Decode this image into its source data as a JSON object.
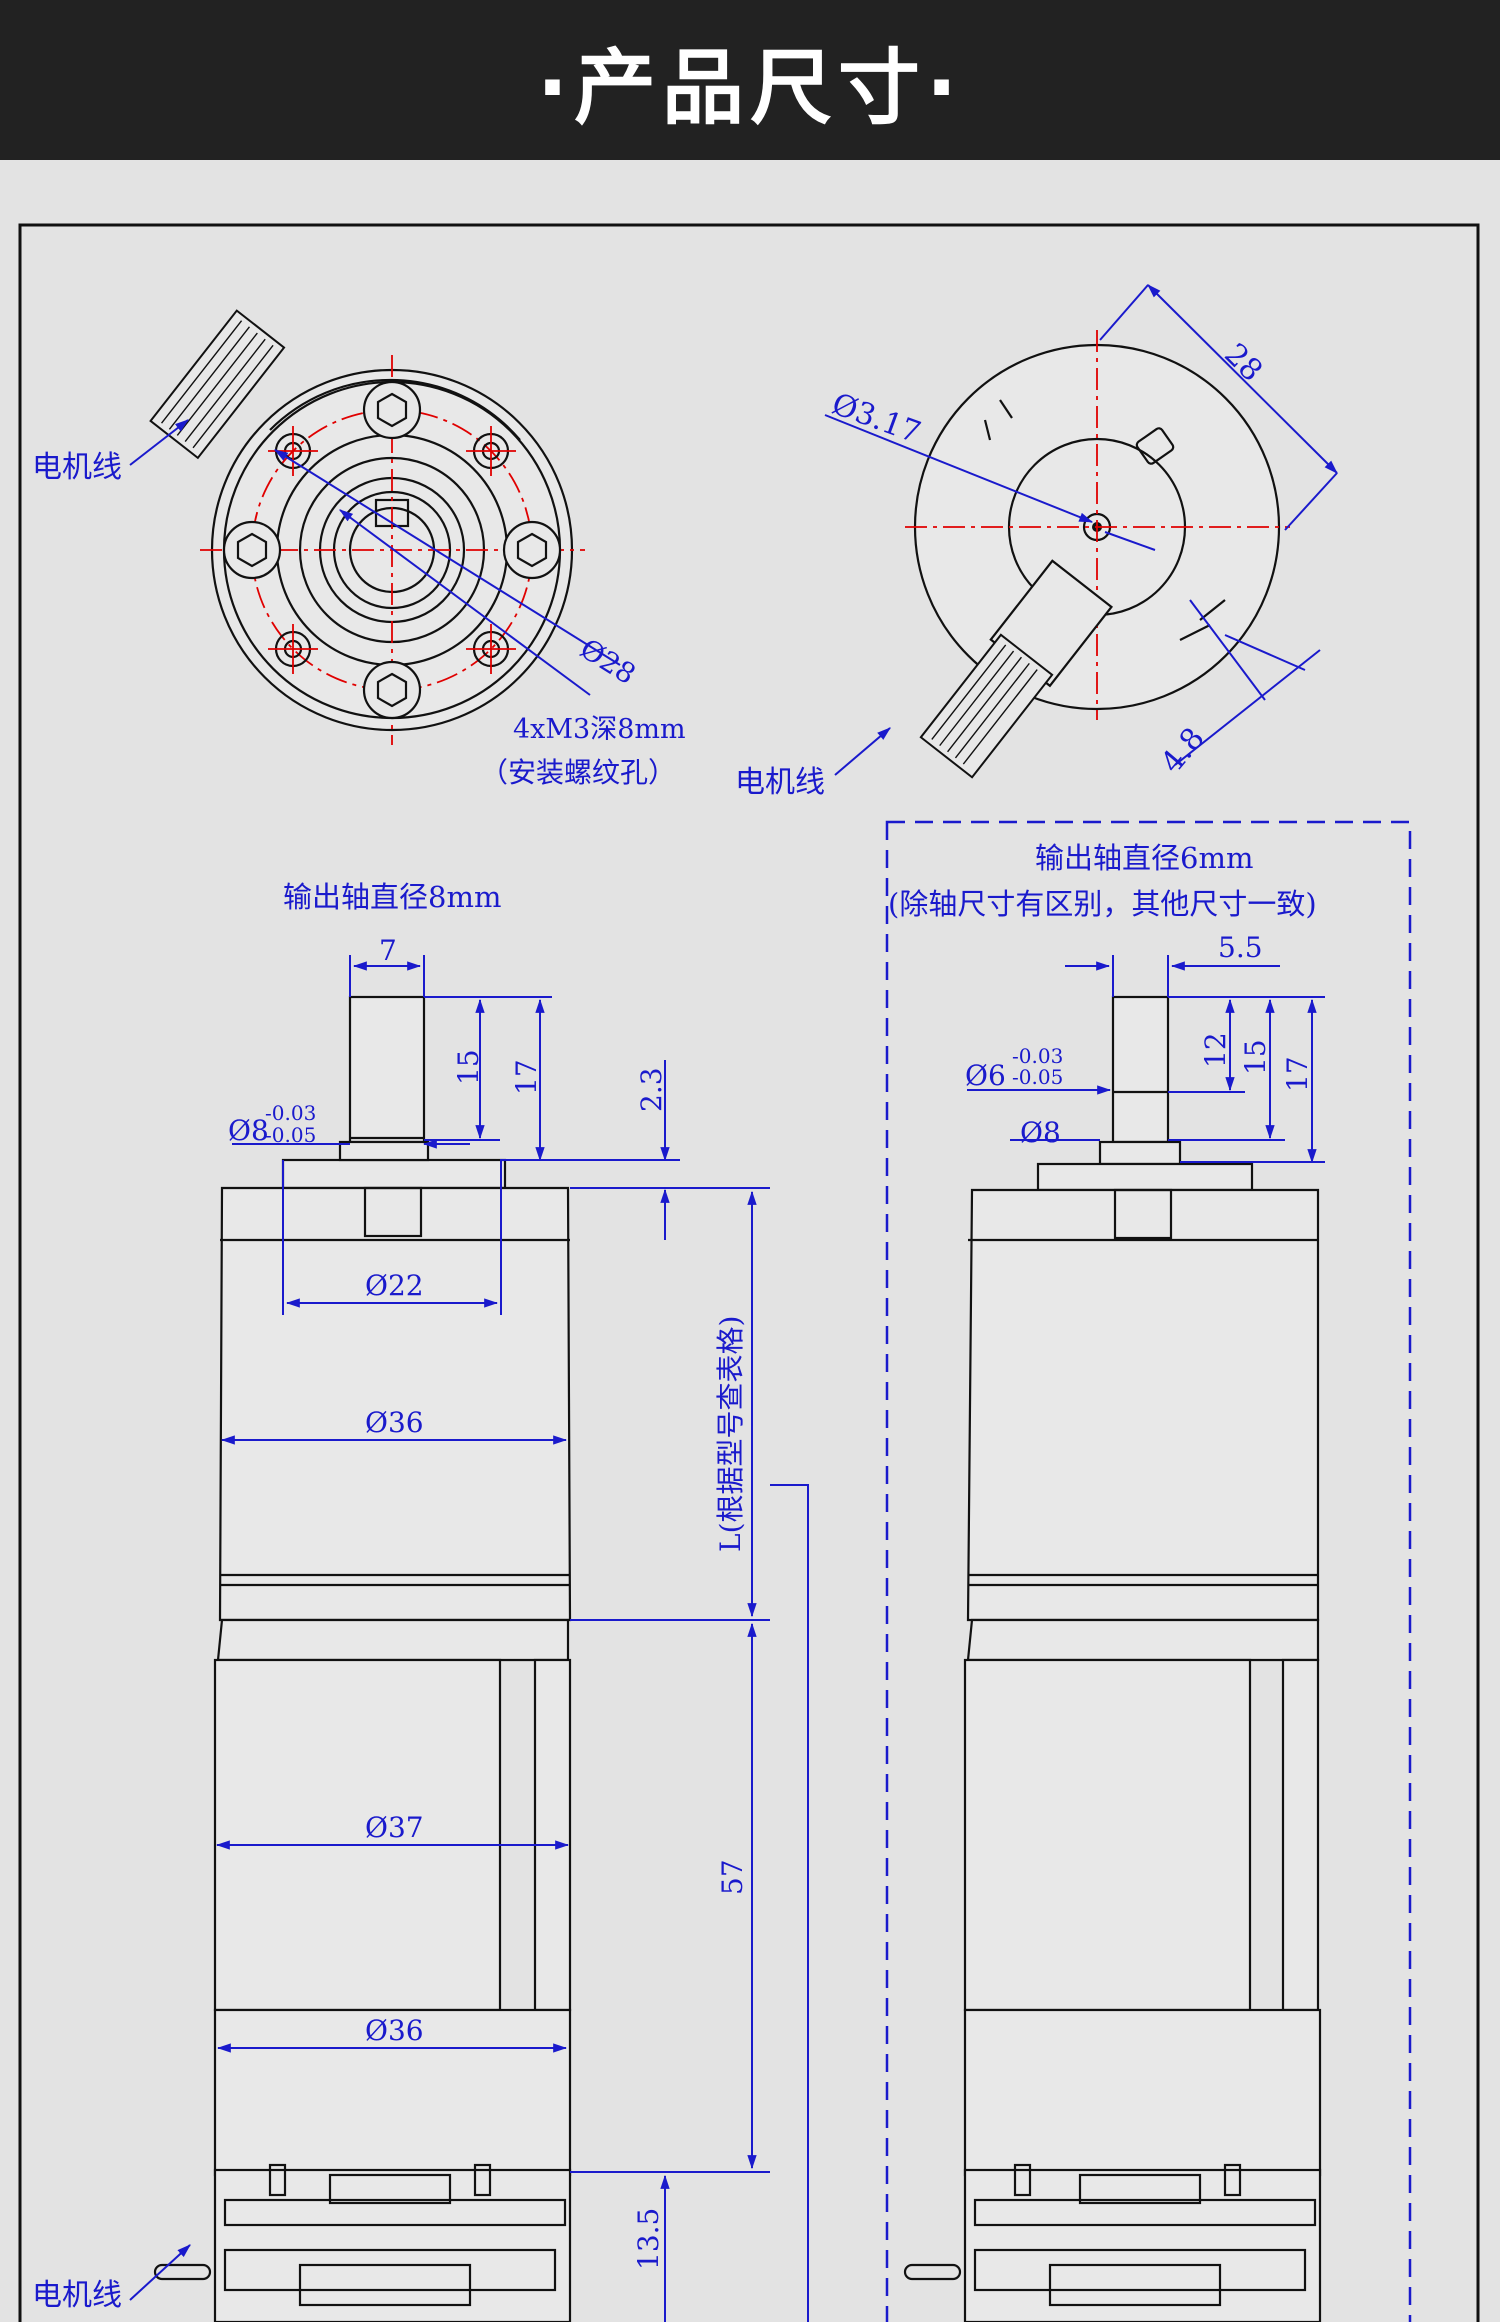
{
  "header": {
    "title": "·产品尺寸·"
  },
  "front_view": {
    "motor_wire": "电机线",
    "dia": "Ø28",
    "mount_holes": "4xM3深8mm",
    "mount_note": "（安装螺纹孔）"
  },
  "rear_view": {
    "dia": "Ø3.17",
    "width": "28",
    "offset": "4.8",
    "motor_wire": "电机线"
  },
  "side_8mm": {
    "title": "输出轴直径8mm",
    "shaft_flat": "7",
    "d15": "15",
    "d17": "17",
    "d23": "2.3",
    "shaft_dia": "Ø8",
    "tol_upper": "-0.03",
    "tol_lower": "-0.05",
    "boss_dia": "Ø22",
    "gear_dia": "Ø36",
    "motor_dia": "Ø37",
    "end_dia": "Ø36",
    "length_L": "L(根据型号查表格)",
    "motor_len": "57",
    "end_len": "13.5",
    "motor_wire": "电机线"
  },
  "side_6mm": {
    "title": "输出轴直径6mm",
    "note": "(除轴尺寸有区别，其他尺寸一致)",
    "shaft_flat": "5.5",
    "d12": "12",
    "d15": "15",
    "d17": "17",
    "shaft_dia": "Ø6",
    "tol_upper": "-0.03",
    "tol_lower": "-0.05",
    "boss_dia": "Ø8"
  }
}
